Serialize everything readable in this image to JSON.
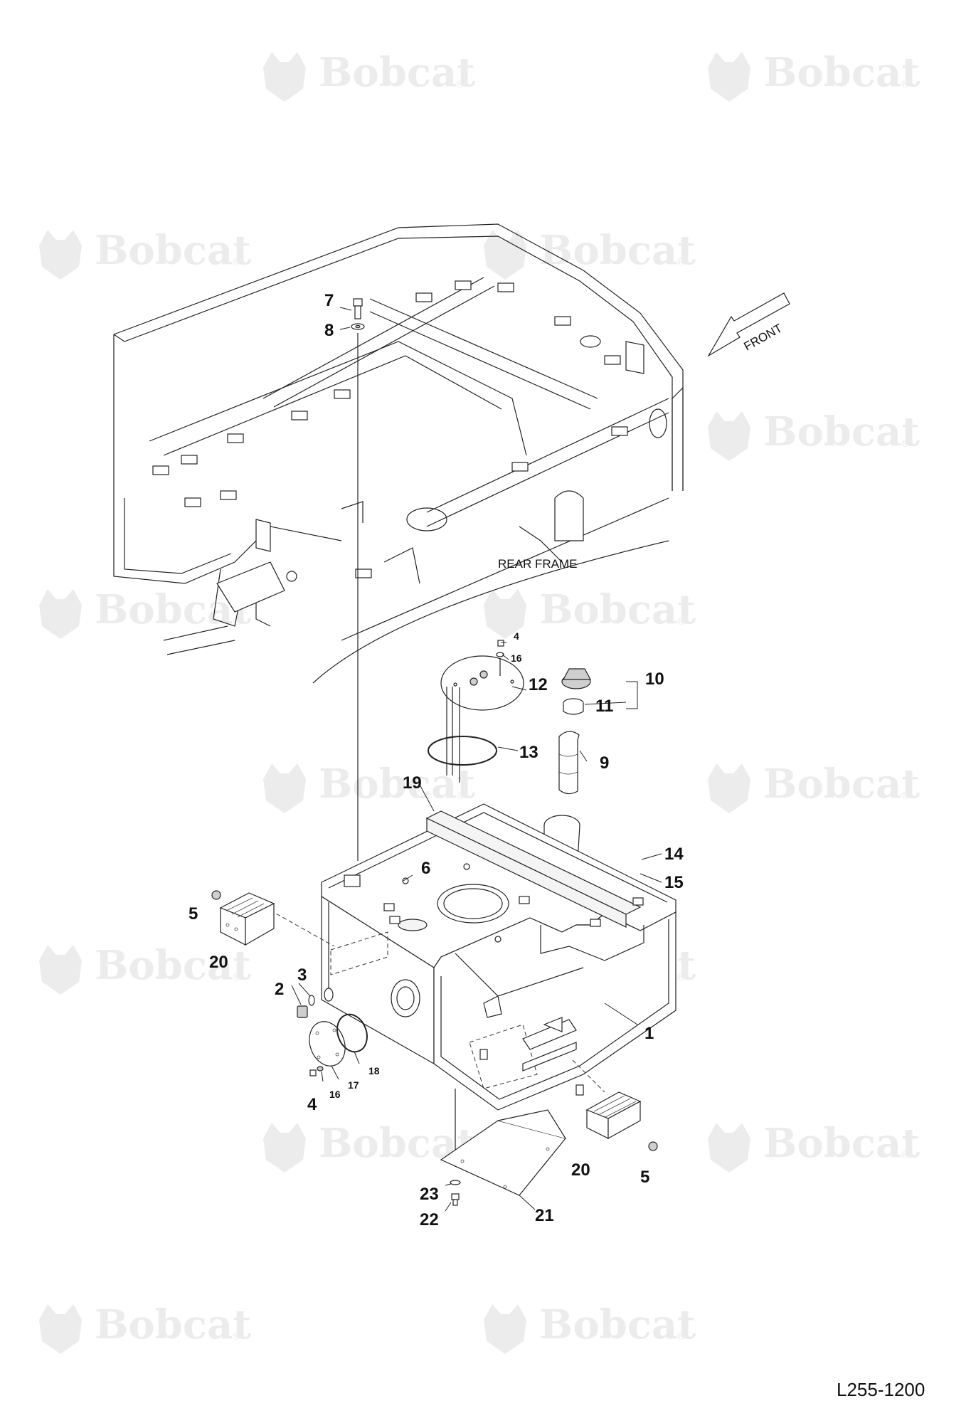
{
  "watermark": {
    "brand": "Bobcat",
    "mark": "®",
    "icon": "bobcat-head-logo"
  },
  "labels": {
    "rear_frame": "REAR FRAME",
    "front_arrow": "FRONT",
    "reference_code": "L255-1200"
  },
  "callouts": {
    "c1": "1",
    "c2": "2",
    "c3": "3",
    "c4_top": "4",
    "c4_bottom": "4",
    "c5_left": "5",
    "c5_right": "5",
    "c6": "6",
    "c7": "7",
    "c8": "8",
    "c9": "9",
    "c10": "10",
    "c11": "11",
    "c12": "12",
    "c13": "13",
    "c14": "14",
    "c15": "15",
    "c16_top": "16",
    "c16_bottom": "16",
    "c17": "17",
    "c18": "18",
    "c19": "19",
    "c20_left": "20",
    "c20_right": "20",
    "c21": "21",
    "c22": "22",
    "c23": "23"
  },
  "colors": {
    "line": "#222222",
    "watermark": "#ececec",
    "background": "#ffffff"
  }
}
